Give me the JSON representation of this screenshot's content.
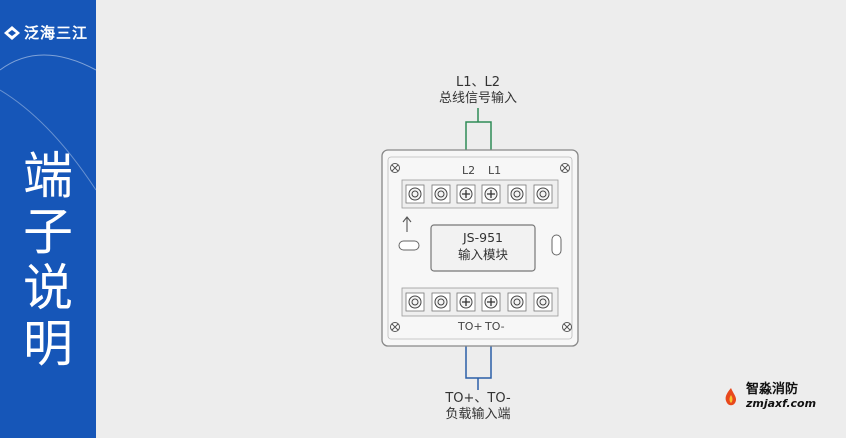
{
  "sidebar": {
    "brand_text": "泛海三江",
    "title_chars": [
      "端",
      "子",
      "说",
      "明"
    ]
  },
  "top_input": {
    "line1": "L1、L2",
    "line2": "总线信号输入"
  },
  "bottom_output": {
    "line1": "TO+、TO-",
    "line2": "负载输入端"
  },
  "terminals": {
    "top_labels": [
      "L2",
      "L1"
    ],
    "bottom_labels": [
      "TO+",
      "TO-"
    ]
  },
  "device": {
    "model": "JS-951",
    "name": "输入模块"
  },
  "watermark": {
    "name": "智淼消防",
    "url": "zmjaxf.com"
  },
  "colors": {
    "sidebar": "#1656b8",
    "top_wire": "#2e8b57",
    "bottom_wire": "#2b5fa8",
    "background": "#ededed"
  }
}
